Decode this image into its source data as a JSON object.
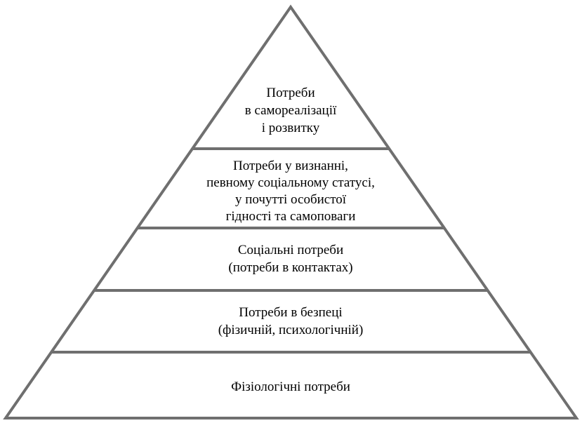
{
  "colors": {
    "line": "#6f6f6f",
    "text": "#000000",
    "background": "#ffffff"
  },
  "pyramid": {
    "levels": [
      {
        "lines": [
          "Потреби",
          "в самореалізації",
          "і розвитку"
        ]
      },
      {
        "lines": [
          "Потреби у визнанні,",
          "певному соціальному статусі,",
          "у почутті особистої",
          "гідності та самоповаги"
        ]
      },
      {
        "lines": [
          "Соціальні потреби",
          "(потреби в контактах)"
        ]
      },
      {
        "lines": [
          "Потреби в безпеці",
          "(фізичній, психологічній)"
        ]
      },
      {
        "lines": [
          "Фізіологічні потреби"
        ]
      }
    ]
  }
}
